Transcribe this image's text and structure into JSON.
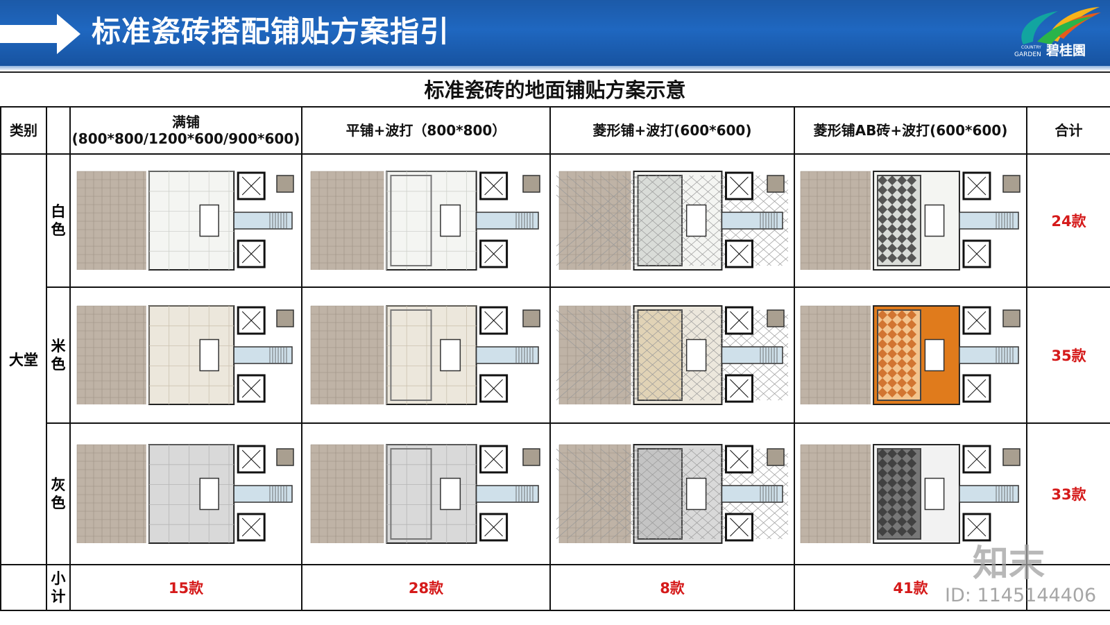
{
  "header": {
    "title": "标准瓷砖搭配铺贴方案指引",
    "logo_en_1": "COUNTRY",
    "logo_en_2": "GARDEN",
    "logo_cn": "碧桂園"
  },
  "subtitle": "标准瓷砖的地面铺贴方案示意",
  "table": {
    "col_category": "类别",
    "columns": [
      {
        "line1": "满铺",
        "line2": "(800*800/1200*600/900*600)"
      },
      {
        "line1": "平铺+波打（800*800）",
        "line2": ""
      },
      {
        "line1": "菱形铺+波打(600*600)",
        "line2": ""
      },
      {
        "line1": "菱形铺AB砖+波打(600*600)",
        "line2": ""
      }
    ],
    "col_total": "合计",
    "category": "大堂",
    "rows": [
      {
        "color": "白色",
        "total": "24款"
      },
      {
        "color": "米色",
        "total": "35款"
      },
      {
        "color": "灰色",
        "total": "33款"
      }
    ],
    "subtotal_label": "小计",
    "subtotals": [
      "15款",
      "28款",
      "8款",
      "41款"
    ]
  },
  "watermark": {
    "logo": "知末",
    "id": "ID: 1145144406"
  },
  "colors": {
    "header_blue": "#1f67c0",
    "accent_red": "#d51a1a",
    "orange_tile": "#e07b1c",
    "brick": "#b8aca0"
  }
}
